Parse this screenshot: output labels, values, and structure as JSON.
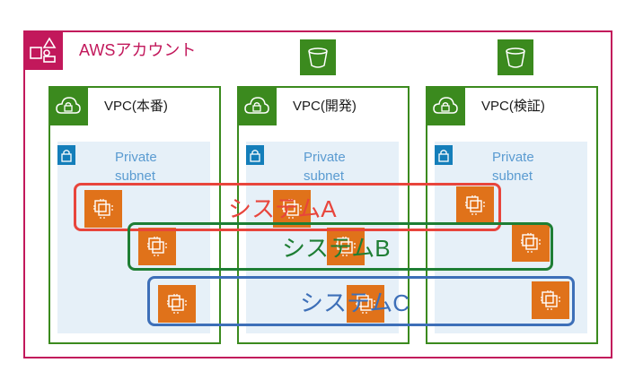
{
  "account": {
    "label": "AWSアカウント",
    "color": "#c2185b",
    "icon": "aws-account-icon"
  },
  "vpcs": [
    {
      "label": "VPC(本番)",
      "subnet_label_line1": "Private",
      "subnet_label_line2": "subnet"
    },
    {
      "label": "VPC(開発)",
      "subnet_label_line1": "Private",
      "subnet_label_line2": "subnet"
    },
    {
      "label": "VPC(検証)",
      "subnet_label_line1": "Private",
      "subnet_label_line2": "subnet"
    }
  ],
  "systems": [
    {
      "label": "システムA",
      "color": "#e8453c"
    },
    {
      "label": "システムB",
      "color": "#1e7e34"
    },
    {
      "label": "システムC",
      "color": "#3d6fb8"
    }
  ],
  "colors": {
    "vpc": "#3b8a1e",
    "subnet": "#147eba",
    "ec2": "#e0721a",
    "s3": "#3b8a1e"
  },
  "icons": {
    "vpc": "cloud-lock-icon",
    "subnet": "lock-icon",
    "instance": "ec2-instance-icon",
    "bucket": "s3-bucket-icon"
  }
}
